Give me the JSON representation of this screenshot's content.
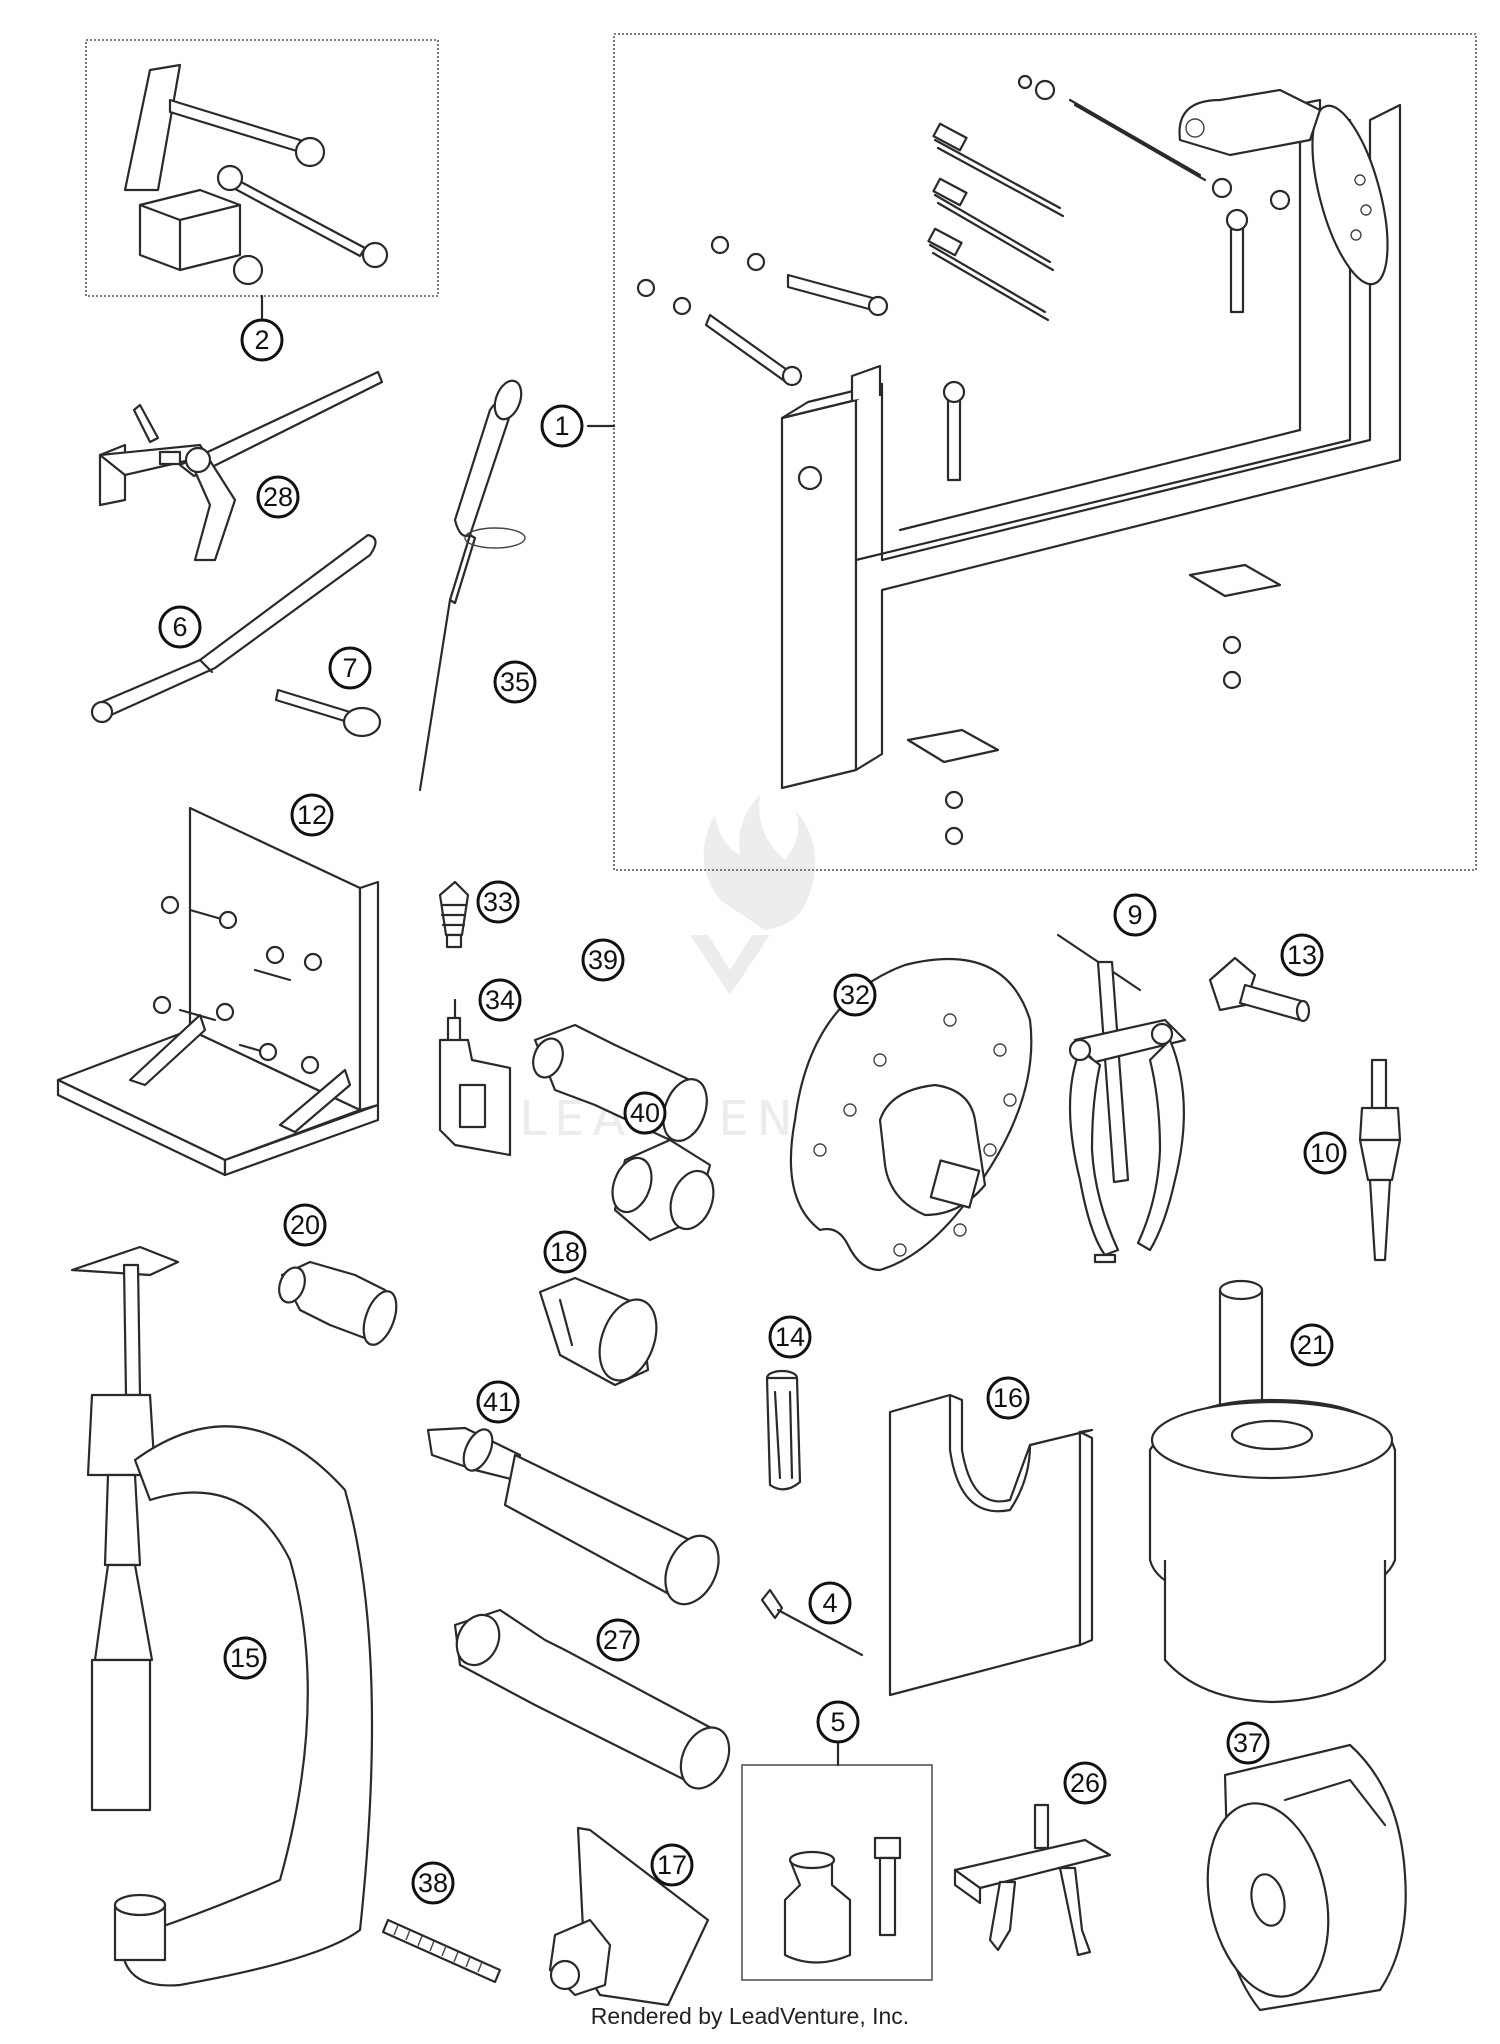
{
  "footer": {
    "text": "Rendered by LeadVenture, Inc."
  },
  "watermark": {
    "text": "LEADVENTURE"
  },
  "parts": [
    {
      "id": "p1",
      "label": "1",
      "icon": "engine-work-stand-icon"
    },
    {
      "id": "p2",
      "label": "2",
      "icon": "holding-fixture-icon"
    },
    {
      "id": "p4",
      "label": "4",
      "icon": "pin-tool-icon"
    },
    {
      "id": "p5",
      "label": "5",
      "icon": "press-fit-kit-icon"
    },
    {
      "id": "p6",
      "label": "6",
      "icon": "hook-wrench-icon"
    },
    {
      "id": "p7",
      "label": "7",
      "icon": "valve-pin-icon"
    },
    {
      "id": "p9",
      "label": "9",
      "icon": "two-jaw-puller-icon"
    },
    {
      "id": "p10",
      "label": "10",
      "icon": "bearing-puller-icon"
    },
    {
      "id": "p12",
      "label": "12",
      "icon": "angle-plate-icon"
    },
    {
      "id": "p13",
      "label": "13",
      "icon": "thumb-screw-icon"
    },
    {
      "id": "p14",
      "label": "14",
      "icon": "guide-sleeve-icon"
    },
    {
      "id": "p15",
      "label": "15",
      "icon": "valve-spring-compressor-icon"
    },
    {
      "id": "p16",
      "label": "16",
      "icon": "fork-plate-icon"
    },
    {
      "id": "p17",
      "label": "17",
      "icon": "mounting-sleeve-icon"
    },
    {
      "id": "p18",
      "label": "18",
      "icon": "socket-adapter-icon"
    },
    {
      "id": "p20",
      "label": "20",
      "icon": "press-drift-icon"
    },
    {
      "id": "p21",
      "label": "21",
      "icon": "flywheel-holder-icon"
    },
    {
      "id": "p26",
      "label": "26",
      "icon": "socket-tube-icon"
    },
    {
      "id": "p27",
      "label": "27",
      "icon": "internal-puller-icon"
    },
    {
      "id": "p28",
      "label": "28",
      "icon": "clutch-holder-icon"
    },
    {
      "id": "p32",
      "label": "32",
      "icon": "degree-wheel-icon"
    },
    {
      "id": "p33",
      "label": "33",
      "icon": "sealant-tube-icon"
    },
    {
      "id": "p34",
      "label": "34",
      "icon": "adhesive-bottle-icon"
    },
    {
      "id": "p35",
      "label": "35",
      "icon": "grease-syringe-icon"
    },
    {
      "id": "p37",
      "label": "37",
      "icon": "bearing-cup-icon"
    },
    {
      "id": "p38",
      "label": "38",
      "icon": "drift-sleeve-icon"
    },
    {
      "id": "p39",
      "label": "39",
      "icon": "drift-cap-icon"
    },
    {
      "id": "p40",
      "label": "40",
      "icon": "threaded-rod-icon"
    },
    {
      "id": "p41",
      "label": "41",
      "icon": "press-drift-long-icon"
    }
  ]
}
